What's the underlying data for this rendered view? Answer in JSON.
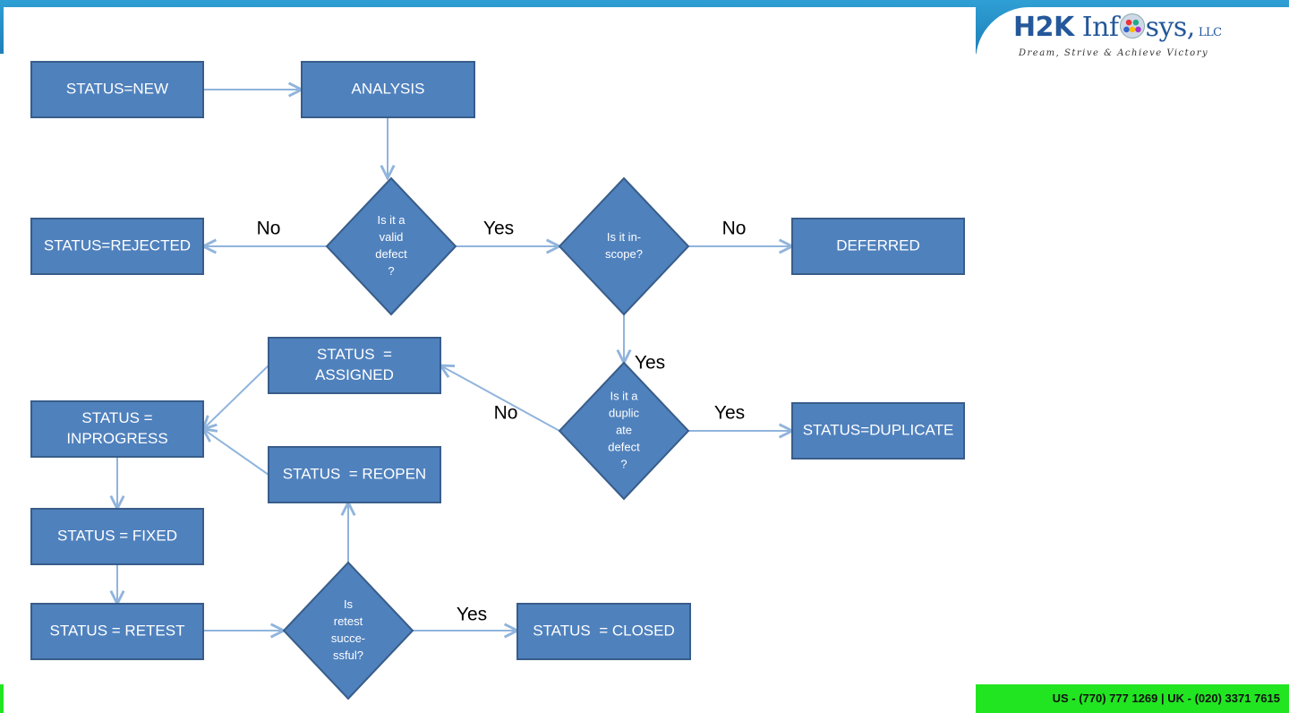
{
  "brand": {
    "logo_h2k": "H2K",
    "logo_inf": "Inf",
    "logo_sys": "sys,",
    "logo_llc": "LLC",
    "tagline": "Dream, Strive & Achieve Victory",
    "contact": "US - (770) 777 1269  |  UK - (020) 3371 7615"
  },
  "colors": {
    "node_fill": "#4f81bd",
    "node_border": "#385d8a",
    "connector": "#90b4dc",
    "header_band": "#2e9fd4",
    "contact_bar": "#22e522"
  },
  "nodes": [
    {
      "id": "new",
      "shape": "box",
      "lines": [
        "STATUS=NEW"
      ]
    },
    {
      "id": "analysis",
      "shape": "box",
      "lines": [
        "ANALYSIS"
      ]
    },
    {
      "id": "valid",
      "shape": "diamond",
      "lines": [
        "Is it a",
        "valid",
        "defect",
        "?"
      ]
    },
    {
      "id": "rejected",
      "shape": "box",
      "lines": [
        "STATUS=REJECTED"
      ]
    },
    {
      "id": "inscope",
      "shape": "diamond",
      "lines": [
        "Is it in-",
        "scope?"
      ]
    },
    {
      "id": "deferred",
      "shape": "box",
      "lines": [
        "DEFERRED"
      ]
    },
    {
      "id": "duplicate_q",
      "shape": "diamond",
      "lines": [
        "Is it a",
        "duplic",
        "ate",
        "defect",
        "?"
      ]
    },
    {
      "id": "duplicate",
      "shape": "box",
      "lines": [
        "STATUS=DUPLICATE"
      ]
    },
    {
      "id": "assigned",
      "shape": "box",
      "lines": [
        "STATUS  =",
        "ASSIGNED"
      ]
    },
    {
      "id": "inprogress",
      "shape": "box",
      "lines": [
        "STATUS =",
        "INPROGRESS"
      ]
    },
    {
      "id": "reopen",
      "shape": "box",
      "lines": [
        "STATUS  = REOPEN"
      ]
    },
    {
      "id": "fixed",
      "shape": "box",
      "lines": [
        "STATUS = FIXED"
      ]
    },
    {
      "id": "retest",
      "shape": "box",
      "lines": [
        "STATUS = RETEST"
      ]
    },
    {
      "id": "retest_q",
      "shape": "diamond",
      "lines": [
        "Is",
        "retest",
        "succe-",
        "ssful?"
      ]
    },
    {
      "id": "closed",
      "shape": "box",
      "lines": [
        "STATUS  = CLOSED"
      ]
    }
  ],
  "edges": [
    {
      "from": "new",
      "to": "analysis",
      "label": ""
    },
    {
      "from": "analysis",
      "to": "valid",
      "label": ""
    },
    {
      "from": "valid",
      "to": "rejected",
      "label": "No"
    },
    {
      "from": "valid",
      "to": "inscope",
      "label": "Yes"
    },
    {
      "from": "inscope",
      "to": "deferred",
      "label": "No"
    },
    {
      "from": "inscope",
      "to": "duplicate_q",
      "label": "Yes"
    },
    {
      "from": "duplicate_q",
      "to": "duplicate",
      "label": "Yes"
    },
    {
      "from": "duplicate_q",
      "to": "assigned",
      "label": "No"
    },
    {
      "from": "assigned",
      "to": "inprogress",
      "label": ""
    },
    {
      "from": "reopen",
      "to": "inprogress",
      "label": ""
    },
    {
      "from": "inprogress",
      "to": "fixed",
      "label": ""
    },
    {
      "from": "fixed",
      "to": "retest",
      "label": ""
    },
    {
      "from": "retest",
      "to": "retest_q",
      "label": ""
    },
    {
      "from": "retest_q",
      "to": "closed",
      "label": "Yes"
    },
    {
      "from": "retest_q",
      "to": "reopen",
      "label": ""
    }
  ]
}
